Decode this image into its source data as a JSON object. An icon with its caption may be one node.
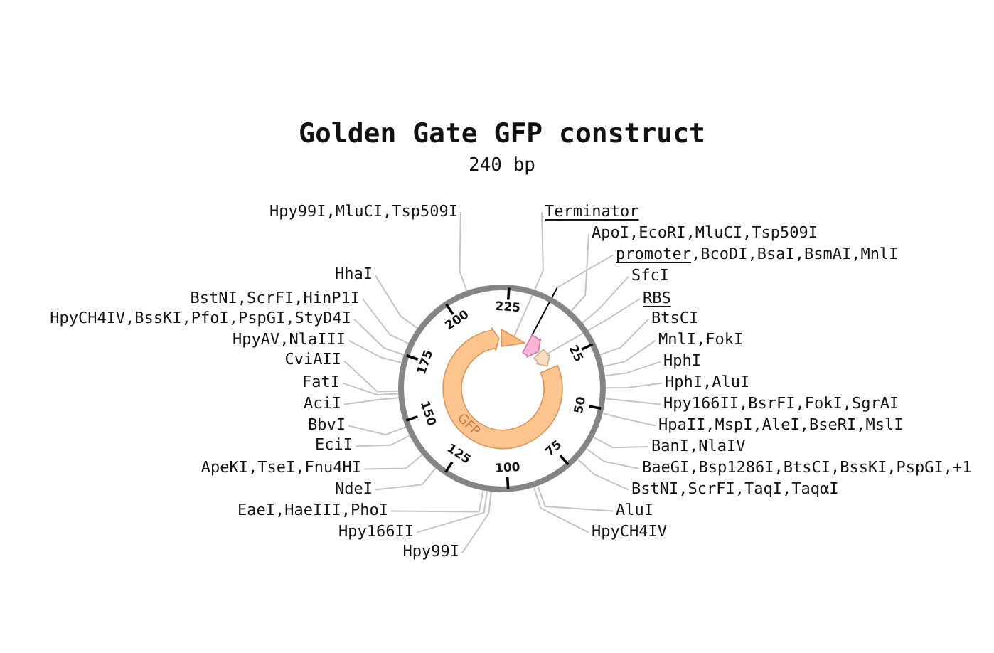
{
  "diagram": {
    "title": "Golden Gate GFP construct",
    "nodes": [
      {
        "text": [
          "Hpy99I,MluCI,Tsp509I"
        ]
      },
      {
        "text": [
          "HhaI"
        ]
      },
      {
        "text": [
          "BstNI,ScrFI,HinP1I"
        ]
      },
      {
        "text": [
          "HpyCH4IV,BssKI,PfoI,PspGI,StyD4I"
        ]
      },
      {
        "text": [
          "HpyAV,NlaIII"
        ]
      },
      {
        "text": [
          "CviAII"
        ]
      },
      {
        "text": [
          "FatI"
        ]
      },
      {
        "text": [
          "AciI"
        ]
      },
      {
        "text": [
          "BbvI"
        ]
      },
      {
        "text": [
          "EciI"
        ]
      },
      {
        "text": [
          "ApeKI,TseI,Fnu4HI"
        ]
      },
      {
        "text": [
          "NdeI"
        ]
      },
      {
        "text": [
          "EaeI,HaeIII,PhoI"
        ]
      },
      {
        "text": [
          "Hpy166II"
        ]
      },
      {
        "text": [
          "Hpy99I"
        ]
      },
      {
        "text": [
          "Terminator"
        ]
      },
      {
        "text": [
          "ApoI,EcoRI,MluCI,Tsp509I"
        ]
      },
      {
        "text": [
          "promoter",
          ",BcoDI,BsaI,BsmAI,MnlI"
        ]
      },
      {
        "text": [
          "SfcI"
        ]
      },
      {
        "text": [
          "RBS"
        ]
      },
      {
        "text": [
          "BtsCI"
        ]
      },
      {
        "text": [
          "MnlI,FokI"
        ]
      },
      {
        "text": [
          "HphI"
        ]
      },
      {
        "text": [
          "HphI,AluI"
        ]
      },
      {
        "text": [
          "Hpy166II,BsrFI,FokI,SgrAI"
        ]
      },
      {
        "text": [
          "HpaII,MspI,AleI,BseRI,MslI"
        ]
      },
      {
        "text": [
          "BanI,NlaIV"
        ]
      },
      {
        "text": [
          "BaeGI,Bsp1286I,BtsCI,BssKI,PspGI,+1"
        ]
      },
      {
        "text": [
          "BstNI,ScrFI,TaqI,TaqαI"
        ]
      },
      {
        "text": [
          "AluI"
        ]
      },
      {
        "text": [
          "HpyCH4IV"
        ]
      },
      {
        "text": [],
        "shape": "circle"
      },
      {
        "text": [
          "GFP"
        ],
        "in": 31
      },
      {
        "text": [],
        "shape": "triangle",
        "in": 31
      },
      {
        "text": [],
        "shape": "pentagon",
        "in": 31
      },
      {
        "text": [],
        "shape": "pentagon",
        "in": 31
      }
    ],
    "edges": [
      {
        "from": 0,
        "to": 31,
        "arrow": "none"
      },
      {
        "from": 1,
        "to": 31,
        "arrow": "none"
      },
      {
        "from": 2,
        "to": 31,
        "arrow": "none"
      },
      {
        "from": 3,
        "to": 31,
        "arrow": "none"
      },
      {
        "from": 4,
        "to": 31,
        "arrow": "none"
      },
      {
        "from": 5,
        "to": 31,
        "arrow": "none"
      },
      {
        "from": 6,
        "to": 31,
        "arrow": "none"
      },
      {
        "from": 7,
        "to": 31,
        "arrow": "none"
      },
      {
        "from": 8,
        "to": 31,
        "arrow": "none"
      },
      {
        "from": 9,
        "to": 31,
        "arrow": "none"
      },
      {
        "from": 10,
        "to": 31,
        "arrow": "none"
      },
      {
        "from": 11,
        "to": 31,
        "arrow": "none"
      },
      {
        "from": 12,
        "to": 31,
        "arrow": "none"
      },
      {
        "from": 13,
        "to": 31,
        "arrow": "none"
      },
      {
        "from": 14,
        "to": 31,
        "arrow": "none"
      },
      {
        "from": 15,
        "to": 33,
        "arrow": "none"
      },
      {
        "from": 16,
        "to": 31,
        "arrow": "none"
      },
      {
        "from": 17,
        "to": 34,
        "arrow": "none",
        "color": "#000000"
      },
      {
        "from": 18,
        "to": 31,
        "arrow": "none"
      },
      {
        "from": 19,
        "to": 35,
        "arrow": "none"
      },
      {
        "from": 20,
        "to": 31,
        "arrow": "none"
      },
      {
        "from": 21,
        "to": 31,
        "arrow": "none"
      },
      {
        "from": 22,
        "to": 31,
        "arrow": "none"
      },
      {
        "from": 23,
        "to": 31,
        "arrow": "none"
      },
      {
        "from": 24,
        "to": 31,
        "arrow": "none"
      },
      {
        "from": 25,
        "to": 31,
        "arrow": "none"
      },
      {
        "from": 26,
        "to": 31,
        "arrow": "none"
      },
      {
        "from": 27,
        "to": 31,
        "arrow": "none"
      },
      {
        "from": 28,
        "to": 31,
        "arrow": "none"
      },
      {
        "from": 29,
        "to": 31,
        "arrow": "none"
      },
      {
        "from": 30,
        "to": 31,
        "arrow": "none"
      }
    ],
    "labels": [
      "240 bp",
      "25",
      "50",
      "75",
      "100",
      "125",
      "150",
      "175",
      "200",
      "225"
    ]
  }
}
